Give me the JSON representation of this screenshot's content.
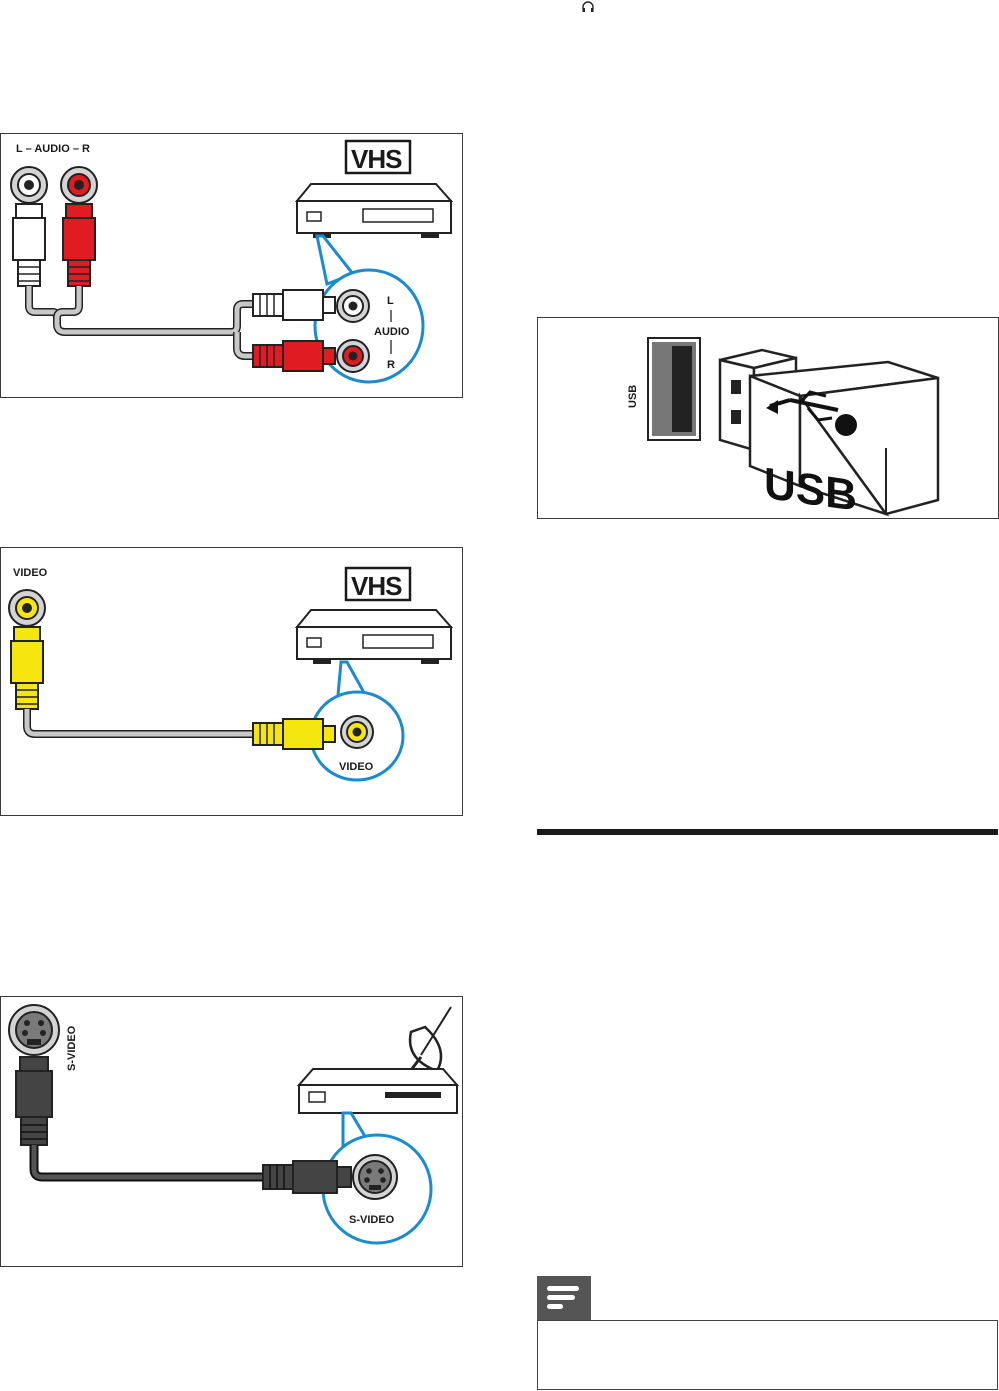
{
  "audio_diagram": {
    "port_label": "L – AUDIO – R",
    "device_logo": "VHS",
    "callout_label_top": "L",
    "callout_label_mid": "AUDIO",
    "callout_label_bottom": "R"
  },
  "video_diagram": {
    "port_label": "VIDEO",
    "device_logo": "VHS",
    "callout_label": "VIDEO"
  },
  "svideo_diagram": {
    "port_label": "S-VIDEO",
    "callout_label": "S-VIDEO"
  },
  "usb_diagram": {
    "port_label": "USB",
    "stick_label": "USB"
  },
  "icons": {
    "headphone": "headphone-icon",
    "note": "note-icon",
    "satellite": "satellite-dish-icon"
  },
  "colors": {
    "cable_white": "#e6e6e6",
    "cable_red": "#d9161c",
    "cable_yellow": "#f5e60f",
    "cable_black": "#3a3a3a",
    "callout_blue": "#1a8bd0"
  }
}
